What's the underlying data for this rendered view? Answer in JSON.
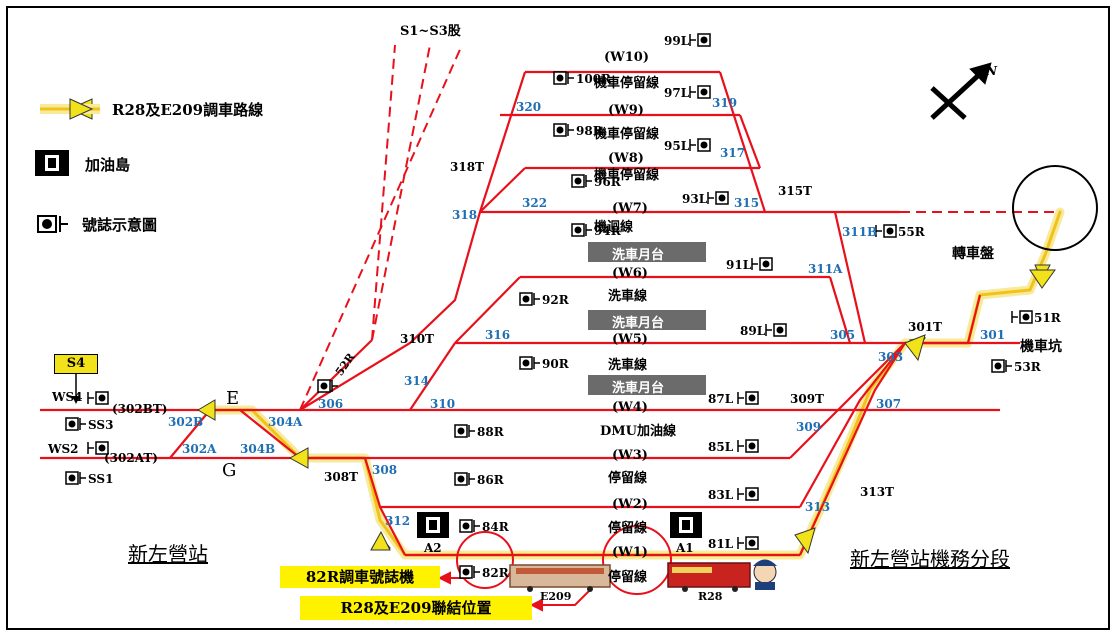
{
  "legend": {
    "route": "R28及E209調車路線",
    "fuel": "加油島",
    "signal": "號誌示意圖"
  },
  "header": {
    "branch": "S1~S3股"
  },
  "compass": "N",
  "tracks": {
    "w10": "(W10)",
    "w10_desc": "機車停留線",
    "w9": "(W9)",
    "w9_desc": "機車停留線",
    "w8": "(W8)",
    "w8_desc": "機車停留線",
    "w7": "(W7)",
    "w7_desc": "機迴線",
    "w6": "(W6)",
    "w6_desc": "洗車線",
    "w5": "(W5)",
    "w5_desc": "洗車線",
    "w4": "(W4)",
    "w4_desc": "DMU加油線",
    "w3": "(W3)",
    "w3_desc": "停留線",
    "w2": "(W2)",
    "w2_desc": "停留線",
    "w1": "(W1)",
    "w1_desc": "停留線"
  },
  "platforms": [
    "洗車月台",
    "洗車月台",
    "洗車月台"
  ],
  "signals": {
    "s99L": "99L",
    "s100R": "100R",
    "s97L": "97L",
    "s98R": "98R",
    "s95L": "95L",
    "s96R": "96R",
    "s93L": "93L",
    "s94R": "94R",
    "s55R": "55R",
    "s91L": "91L",
    "s92R": "92R",
    "s89L": "89L",
    "s90R": "90R",
    "s51R": "51R",
    "s53R": "53R",
    "s87L": "87L",
    "s88R": "88R",
    "s85L": "85L",
    "s86R": "86R",
    "s83L": "83L",
    "s84R": "84R",
    "s81L": "81L",
    "s82R": "82R",
    "s52R": "52R",
    "ws4": "WS4",
    "ws2": "WS2",
    "ss3": "SS3",
    "ss1": "SS1"
  },
  "switches": {
    "n320": "320",
    "n319": "319",
    "n317": "317",
    "n315": "315",
    "n318": "318",
    "n322": "322",
    "n311B": "311B",
    "n311A": "311A",
    "n316": "316",
    "n305": "305",
    "n301": "301",
    "n303": "303",
    "n314": "314",
    "n306": "306",
    "n310": "310",
    "n307": "307",
    "n302B": "302B",
    "n304A": "304A",
    "n309": "309",
    "n302A": "302A",
    "n304B": "304B",
    "n308": "308",
    "n313": "313",
    "n312": "312"
  },
  "turnouts": {
    "t318T": "318T",
    "t315T": "315T",
    "t310T": "310T",
    "t301T": "301T",
    "t309T": "309T",
    "t308T": "308T",
    "t313T": "313T",
    "t302BT": "(302BT)",
    "t302AT": "(302AT)"
  },
  "places": {
    "turntable": "轉車盤",
    "loco_pit": "機車坑",
    "station": "新左營站",
    "depot": "新左營站機務分段",
    "e": "E",
    "g": "G",
    "s4": "S4",
    "a1": "A1",
    "a2": "A2"
  },
  "callouts": {
    "signal82": "82R調車號誌機",
    "couple": "R28及E209聯結位置"
  },
  "trains": {
    "e209": "E209",
    "r28": "R28"
  },
  "colors": {
    "track": "#e8101a",
    "route": "#f2c21a",
    "route_glow": "#f7ea9a",
    "switch_blue": "#1f6fb5",
    "platform": "#6b6b6b",
    "callout": "#fff200"
  }
}
